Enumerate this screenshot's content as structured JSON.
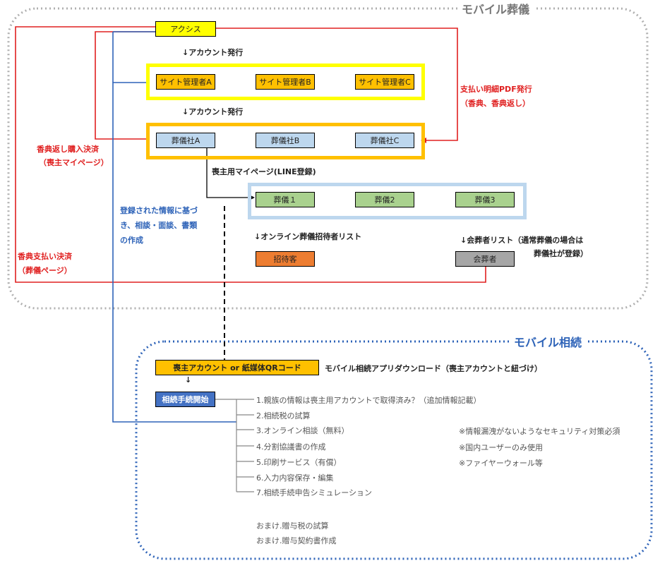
{
  "regions": {
    "funeral_title": "モバイル葬儀",
    "inherit_title": "モバイル相続"
  },
  "nodes": {
    "axis": "アクシス",
    "admin_a": "サイト管理者A",
    "admin_b": "サイト管理者B",
    "admin_c": "サイト管理者C",
    "company_a": "葬儀社A",
    "company_b": "葬儀社B",
    "company_c": "葬儀社C",
    "funeral_1": "葬儀１",
    "funeral_2": "葬儀2",
    "funeral_3": "葬儀3",
    "invitee": "招待客",
    "attendee": "会葬者",
    "qr_code": "喪主アカウント or 紙媒体QRコード",
    "procedure_start": "相続手続開始"
  },
  "labels": {
    "account_issue_1": "↓アカウント発行",
    "account_issue_2": "↓アカウント発行",
    "mourner_mypage": "喪主用マイページ(LINE登録)",
    "online_invitee_list": "↓オンライン葬儀招待者リスト",
    "attendee_list_1": "↓会葬者リスト（通常葬儀の場合は",
    "attendee_list_2": "葬儀社が登録）",
    "pdf_issue_1": "支払い明細PDF発行",
    "pdf_issue_2": "（香典、香典返し）",
    "return_gift_1": "香典返し購入決済",
    "return_gift_2": "（喪主マイページ）",
    "koden_1": "香典支払い決済",
    "koden_2": "（葬儀ページ）",
    "registered_info_1": "登録された情報に基づ",
    "registered_info_2": "き、相談・面談、書類",
    "registered_info_3": "の作成",
    "app_download": "モバイル相続アプリダウンロード（喪主アカウントと紐づけ）",
    "down_arrow": "↓"
  },
  "steps": [
    "1.親族の情報は喪主用アカウントで取得済み？（追加情報記載）",
    "2.相続税の試算",
    "3.オンライン相談（無料）",
    "4.分割協議書の作成",
    "5.印刷サービス（有償）",
    "6.入力内容保存・編集",
    "7.相続手続申告シミュレーション"
  ],
  "notes": [
    "※情報漏洩がないようなセキュリティ対策必須",
    "※国内ユーザーのみ使用",
    "※ファイヤーウォール等"
  ],
  "extras": [
    "おまけ.贈与税の試算",
    "おまけ.贈与契約書作成"
  ],
  "colors": {
    "yellow": "#ffff00",
    "orange": "#ffc000",
    "light_blue": "#bdd7ee",
    "green": "#a9d18e",
    "dark_orange": "#ed7d31",
    "gray": "#a6a6a6",
    "dark_blue": "#4472c4",
    "red": "#e02020"
  }
}
